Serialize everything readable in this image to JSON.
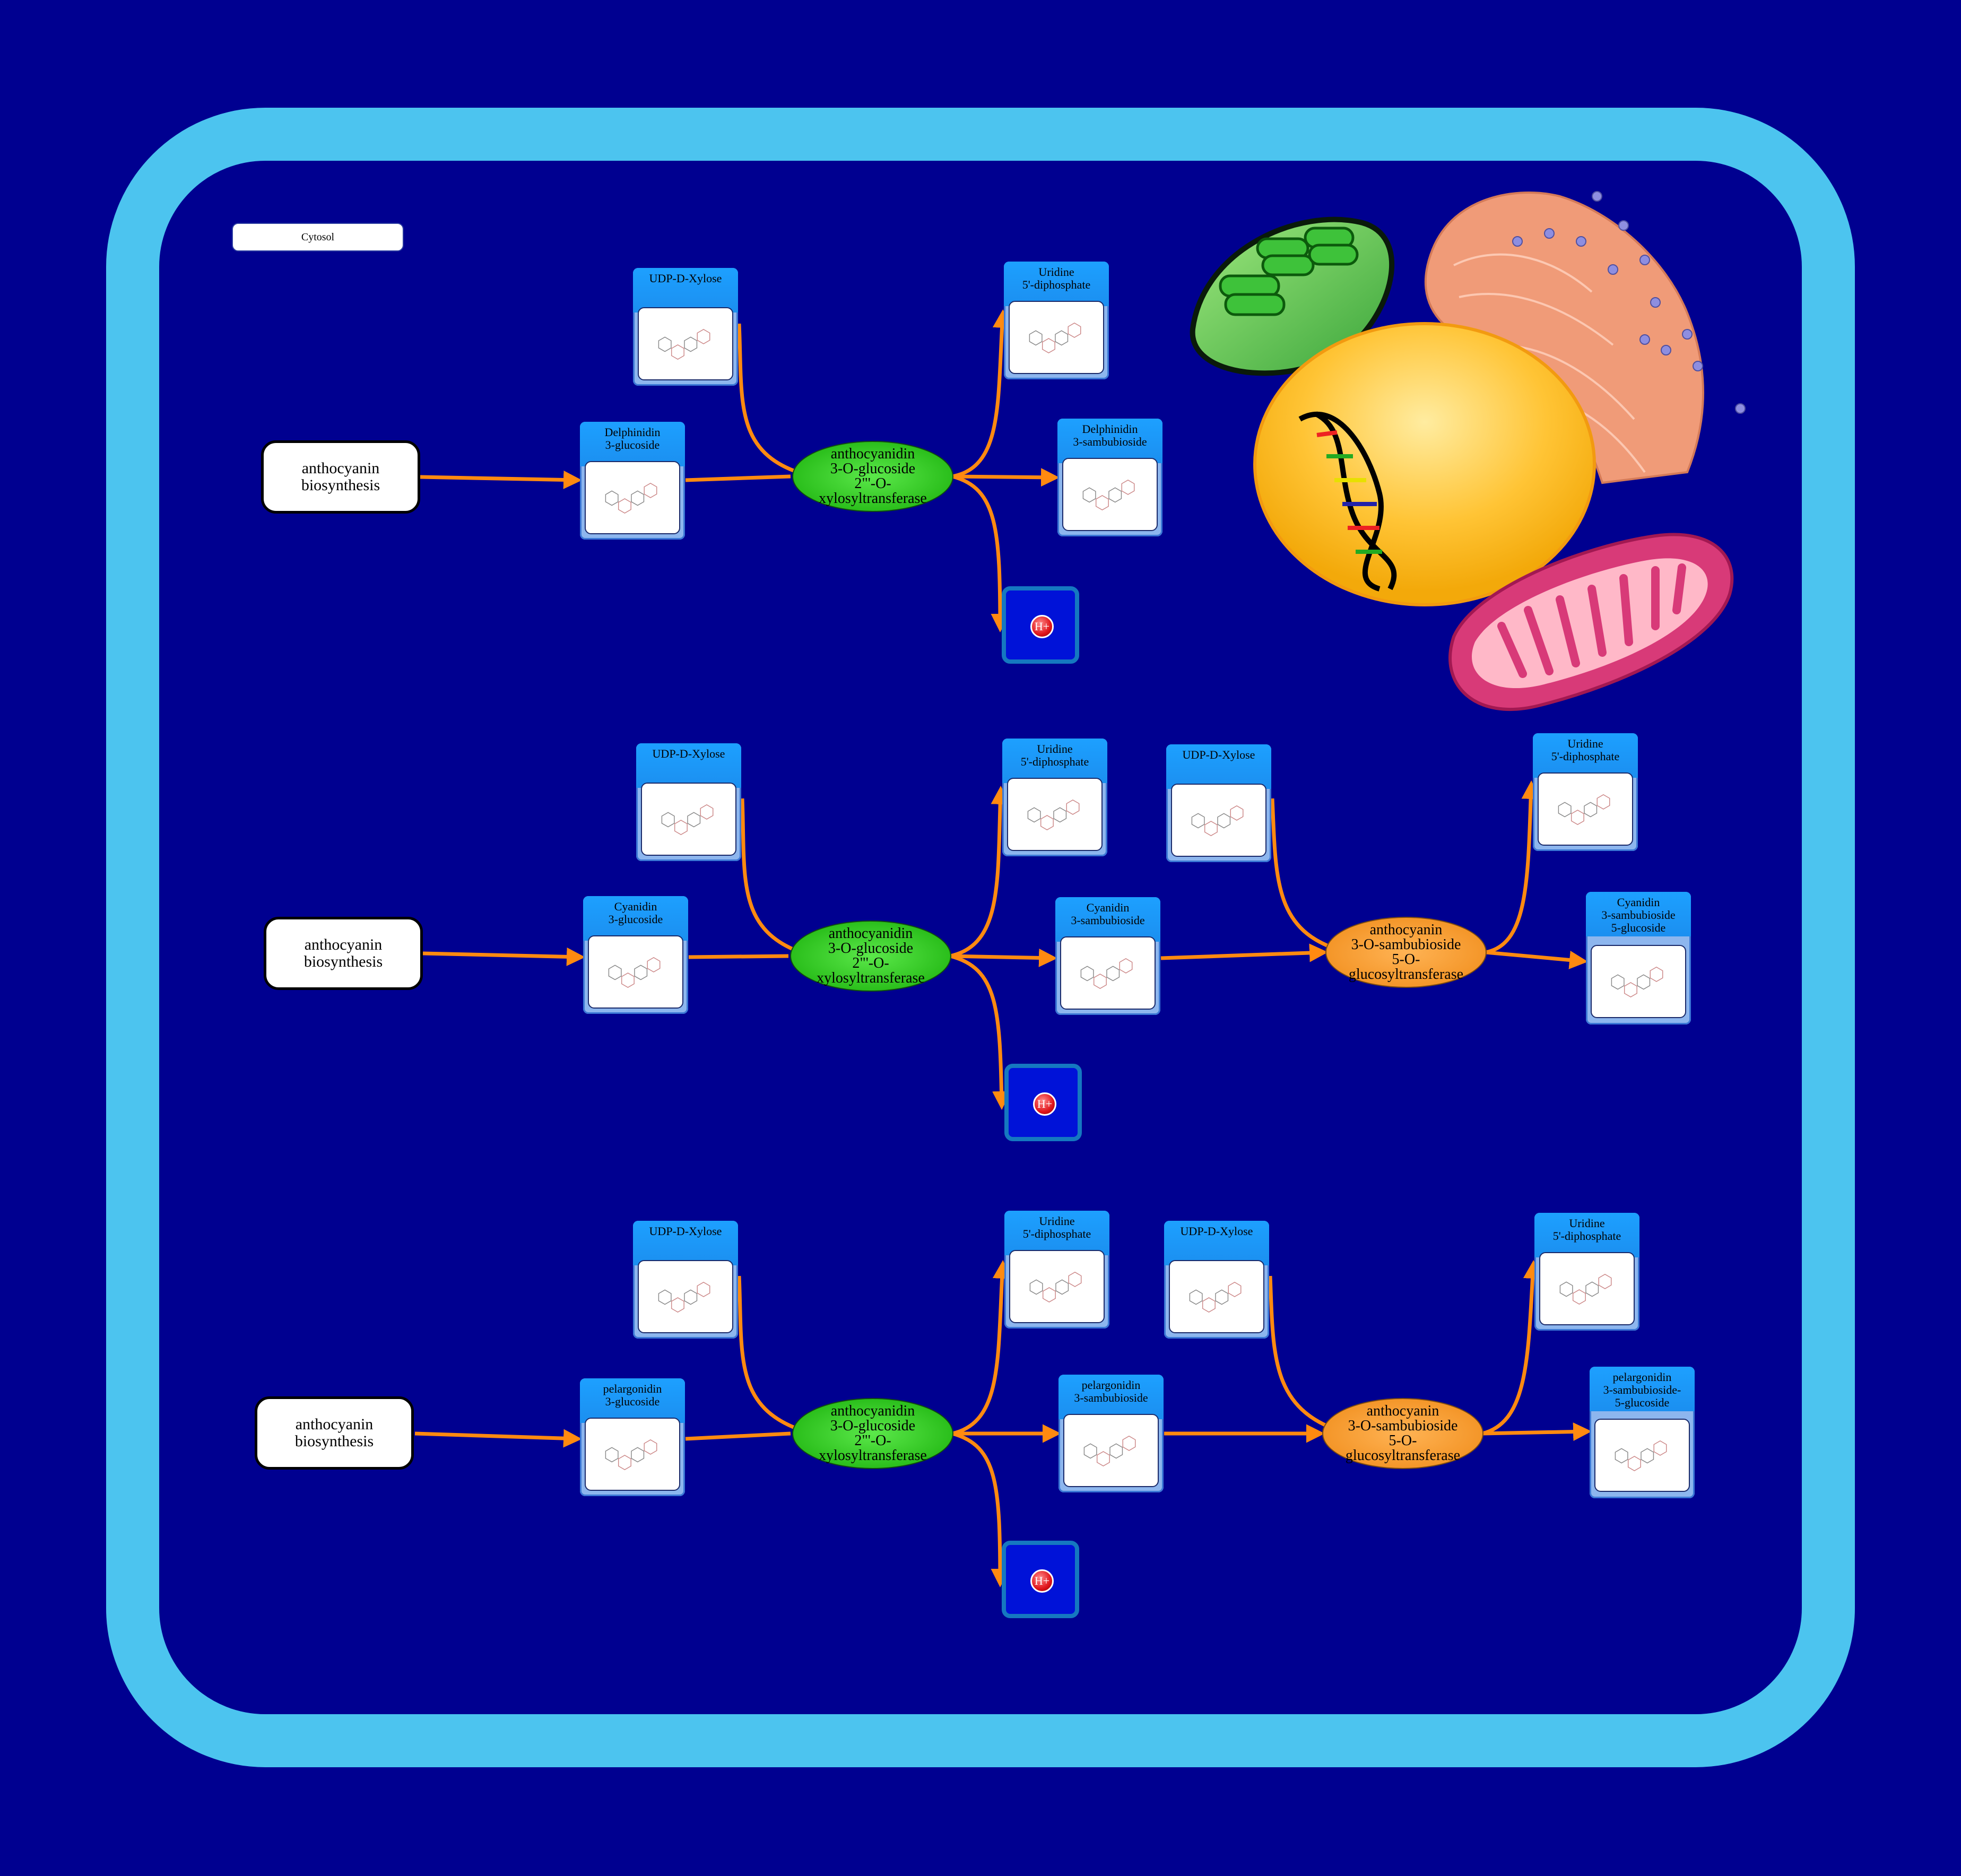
{
  "compartment": "Cytosol",
  "pathway_label": "anthocyanin\nbiosynthesis",
  "h_ion_label": "H+",
  "rows": [
    {
      "pathway": "anthocyanin\nbiosynthesis",
      "substrate": "Delphinidin\n3-glucoside",
      "donor": "UDP-D-Xylose",
      "enzyme1": [
        "anthocyanidin",
        "3-O-glucoside",
        "2\"'-O-",
        "xylosyltransferase"
      ],
      "udp": "Uridine\n5'-diphosphate",
      "product": "Delphinidin\n3-sambubioside"
    },
    {
      "pathway": "anthocyanin\nbiosynthesis",
      "substrate": "Cyanidin\n3-glucoside",
      "donor": "UDP-D-Xylose",
      "enzyme1": [
        "anthocyanidin",
        "3-O-glucoside",
        "2\"'-O-",
        "xylosyltransferase"
      ],
      "udp": "Uridine\n5'-diphosphate",
      "product": "Cyanidin\n3-sambubioside",
      "donor2": "UDP-D-Xylose",
      "enzyme2": [
        "anthocyanin",
        "3-O-sambubioside",
        "5-O-",
        "glucosyltransferase"
      ],
      "udp2": "Uridine\n5'-diphosphate",
      "product2": "Cyanidin\n3-sambubioside\n5-glucoside"
    },
    {
      "pathway": "anthocyanin\nbiosynthesis",
      "substrate": "pelargonidin\n3-glucoside",
      "donor": "UDP-D-Xylose",
      "enzyme1": [
        "anthocyanidin",
        "3-O-glucoside",
        "2\"'-O-",
        "xylosyltransferase"
      ],
      "udp": "Uridine\n5'-diphosphate",
      "product": "pelargonidin\n3-sambubioside",
      "donor2": "UDP-D-Xylose",
      "enzyme2": [
        "anthocyanin",
        "3-O-sambubioside",
        "5-O-",
        "glucosyltransferase"
      ],
      "udp2": "Uridine\n5'-diphosphate",
      "product2": "pelargonidin\n3-sambubioside-\n5-glucoside"
    }
  ],
  "colors": {
    "arrow": "#ff8a10",
    "membrane": "#4cc4ef",
    "background": "#000090"
  }
}
